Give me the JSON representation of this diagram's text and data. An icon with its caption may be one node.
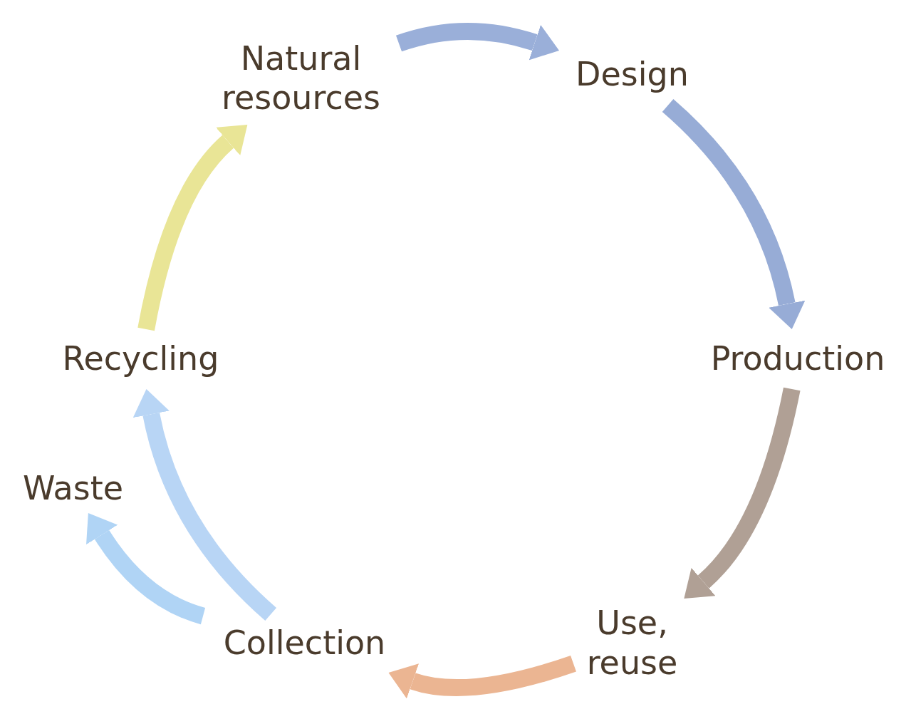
{
  "diagram": {
    "nodes": [
      {
        "text": [
          "Natural resources"
        ]
      },
      {
        "text": [
          "Design"
        ]
      },
      {
        "text": [
          "Production"
        ]
      },
      {
        "text": [
          "Use, reuse"
        ]
      },
      {
        "text": [
          "Collection"
        ]
      },
      {
        "text": [
          "Recycling"
        ]
      },
      {
        "text": [
          "Waste"
        ]
      }
    ],
    "edges": [
      {
        "from": 0,
        "to": 1,
        "arrow": "to",
        "color": "#9aafd9"
      },
      {
        "from": 1,
        "to": 2,
        "arrow": "to",
        "color": "#97acd6"
      },
      {
        "from": 2,
        "to": 3,
        "arrow": "to",
        "color": "#b0a095"
      },
      {
        "from": 3,
        "to": 4,
        "arrow": "to",
        "color": "#ebb592"
      },
      {
        "from": 4,
        "to": 5,
        "arrow": "to",
        "color": "#b8d5f5"
      },
      {
        "from": 5,
        "to": 0,
        "arrow": "to",
        "color": "#e9e596"
      },
      {
        "from": 4,
        "to": 6,
        "arrow": "to",
        "color": "#b0d4f5"
      }
    ]
  }
}
